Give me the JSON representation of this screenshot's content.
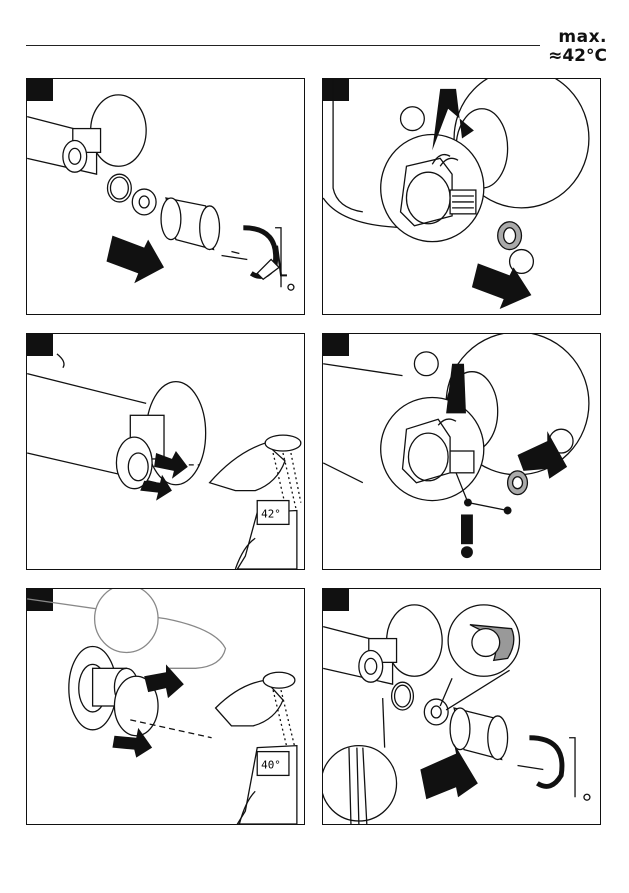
{
  "header": {
    "max_label": "max.",
    "temp_label": "≈42°C"
  },
  "steps": [
    {
      "id": 1
    },
    {
      "id": 2
    },
    {
      "id": 3,
      "display_value": "42°"
    },
    {
      "id": 4
    },
    {
      "id": 5,
      "display_value": "40°"
    },
    {
      "id": 6
    }
  ]
}
